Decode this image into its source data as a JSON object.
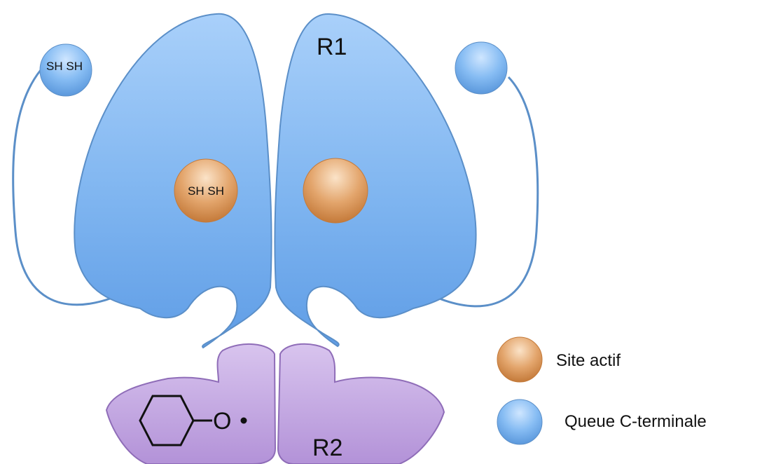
{
  "diagram": {
    "subunit_large_label": "R1",
    "subunit_small_label": "R2",
    "active_site_text": "SH SH",
    "tail_text": "SH SH",
    "radical_symbol": "O",
    "legend": {
      "active_site": "Site actif",
      "c_terminal_tail": "Queue C-terminale"
    }
  },
  "colors": {
    "r1_blue": "#6aa8ec",
    "r1_blue_light": "#a9d0fa",
    "r2_purple": "#b89ad9",
    "r2_purple_light": "#d8c4ee",
    "active_site_orange": "#d08a4c",
    "active_site_light": "#f6d2ad",
    "outline_blue": "#5b8fc8",
    "outline_purple": "#8f6db8"
  },
  "icons": [
    "cyclohexane-ring",
    "radical-dot"
  ]
}
